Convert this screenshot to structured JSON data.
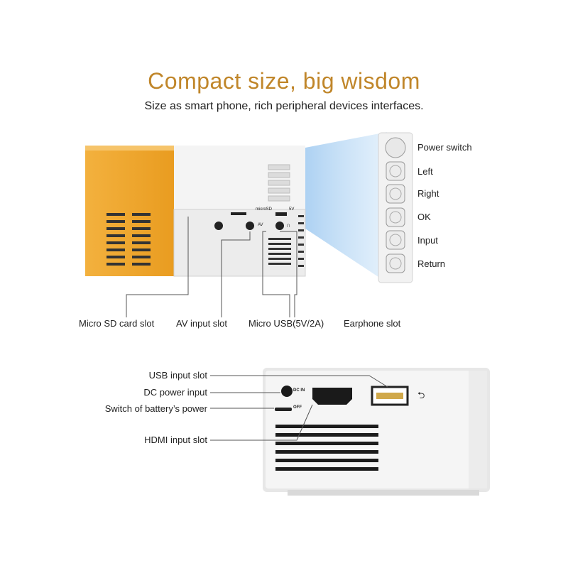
{
  "header": {
    "title": "Compact size, big wisdom",
    "subtitle": "Size as smart phone, rich peripheral devices interfaces."
  },
  "button_panel": {
    "buttons": [
      {
        "label": "Power switch",
        "icon": "power-icon"
      },
      {
        "label": "Left",
        "icon": "left-arrow-icon"
      },
      {
        "label": "Right",
        "icon": "right-arrow-icon"
      },
      {
        "label": "OK",
        "icon": "ok-icon"
      },
      {
        "label": "Input",
        "icon": "input-icon"
      },
      {
        "label": "Return",
        "icon": "return-icon"
      }
    ]
  },
  "top_view": {
    "ports": [
      {
        "label": "Micro SD card slot"
      },
      {
        "label": "AV input slot"
      },
      {
        "label": "Micro USB(5V/2A)"
      },
      {
        "label": "Earphone slot"
      }
    ],
    "port_markings": {
      "sd": "microSD",
      "av": "AV",
      "usb": "5V",
      "ear": "∩"
    }
  },
  "rear_view": {
    "labels": [
      {
        "label": "USB input slot"
      },
      {
        "label": "DC power input"
      },
      {
        "label": "Switch of battery’s power"
      },
      {
        "label": "HDMI input slot"
      }
    ],
    "markings": {
      "dc": "DC IN",
      "off": "OFF",
      "usb_symbol": "⮌"
    }
  },
  "colors": {
    "accent": "#c0862a",
    "projector_yellow": "#f0a526",
    "projector_white": "#efefef",
    "beam": "#bcd9f3"
  }
}
